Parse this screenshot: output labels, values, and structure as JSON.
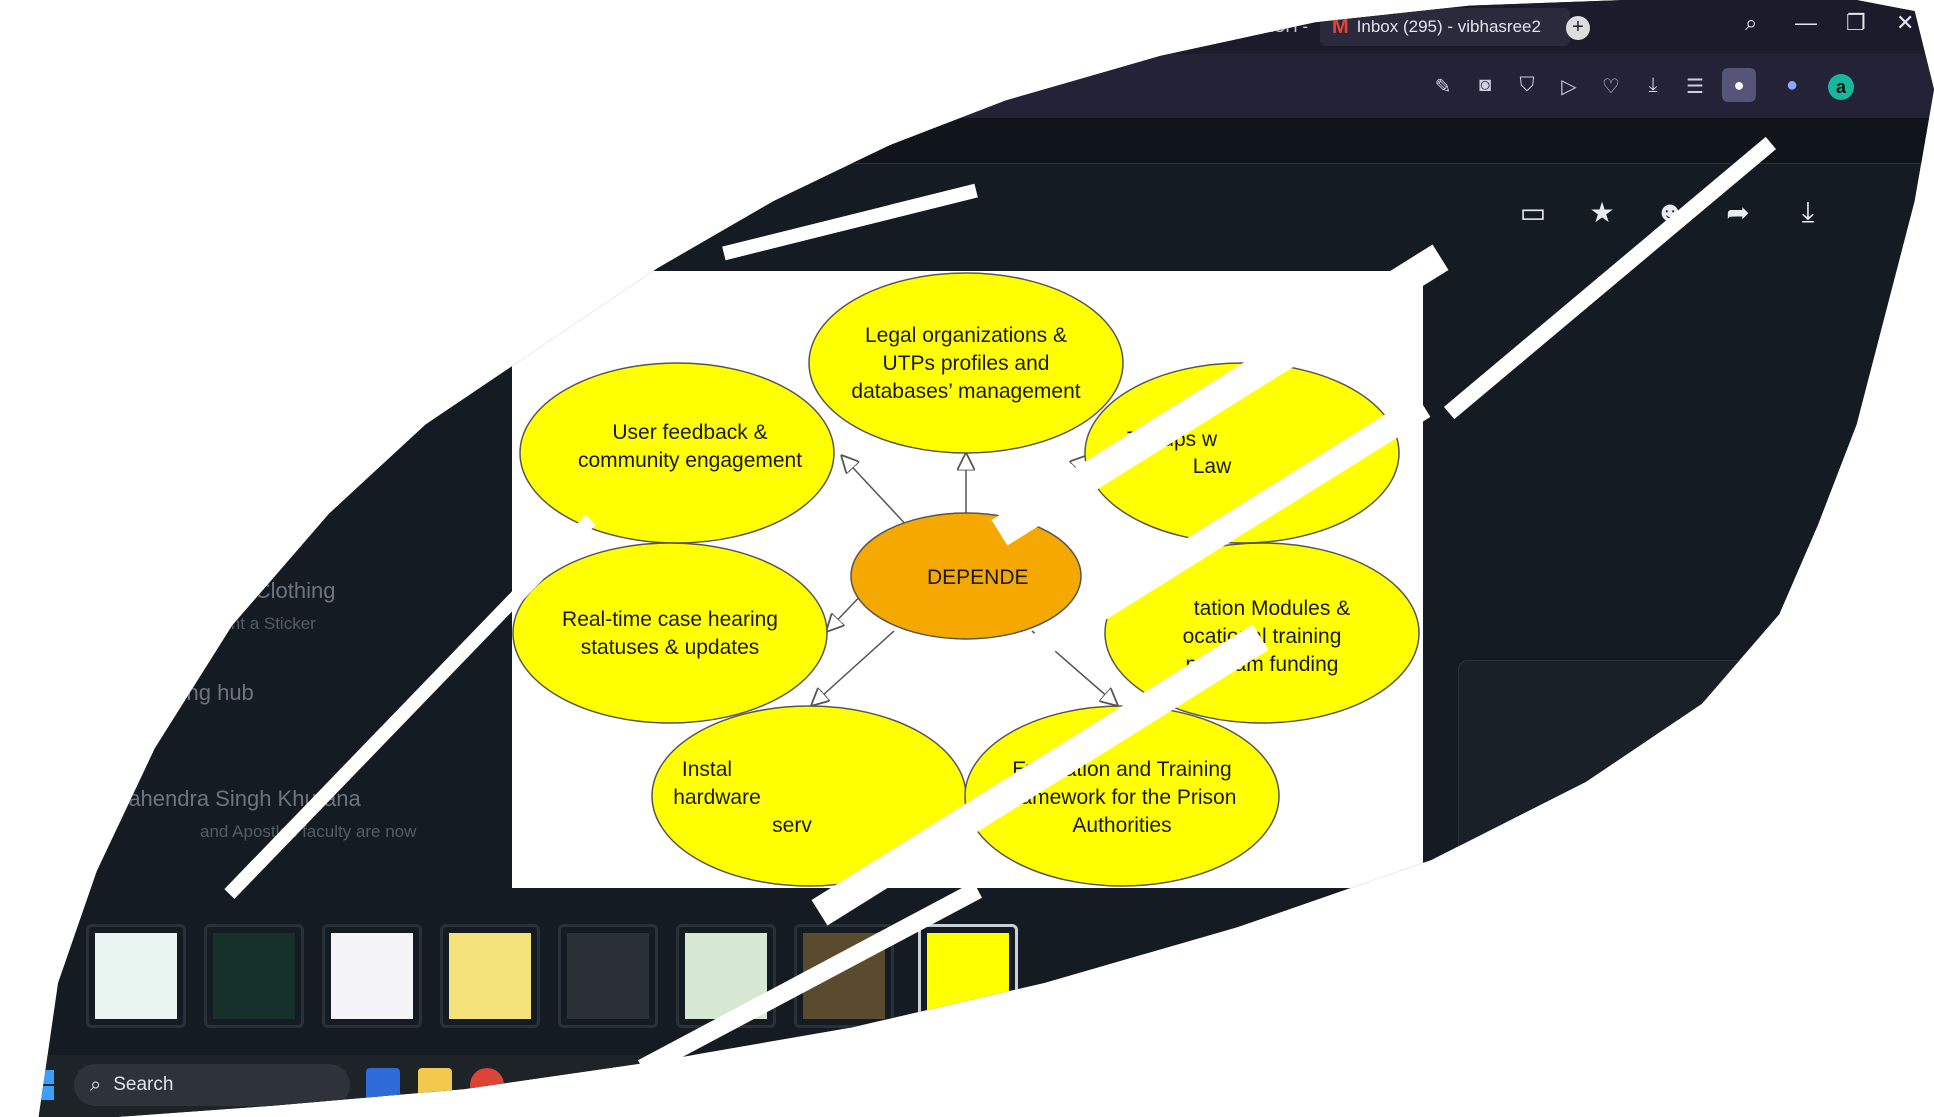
{
  "browser": {
    "tabs": [
      {
        "label": "AND APPROACH -"
      },
      {
        "label": "Inbox (295) - vibhasree2"
      }
    ],
    "new_tab_label": "+",
    "window_controls": {
      "minimize": "—",
      "restore": "❐",
      "close": "✕"
    }
  },
  "chat_list": {
    "items": [
      {
        "name": "Smart Clothing",
        "sub": "Sent a Sticker"
      },
      {
        "name": "Shopping hub",
        "sub": ""
      },
      {
        "name": "Mahendra Singh Khurana",
        "sub": "and Apostles faculty are now"
      }
    ]
  },
  "slide": {
    "center_label": "DEPENDE",
    "nodes": [
      {
        "lines": [
          "Legal organizations &",
          "UTPs profiles and",
          "databases’ management"
        ]
      },
      {
        "lines": [
          "User feedback &",
          "community engagement"
        ]
      },
      {
        "lines": [
          "Tie-ups w",
          "Law"
        ]
      },
      {
        "lines": [
          "Real-time case hearing",
          "statuses & updates"
        ]
      },
      {
        "lines": [
          "tation Modules &",
          "ocational training",
          "program funding"
        ]
      },
      {
        "lines": [
          "Instal",
          "hardware",
          "serv"
        ]
      },
      {
        "lines": [
          "Evaluation and Training",
          "framework for the Prison",
          "Authorities"
        ]
      }
    ],
    "colors": {
      "node_fill": "#ffff00",
      "center_fill": "#f5a800",
      "edge": "#555555"
    }
  },
  "taskbar": {
    "search_label": "Search"
  },
  "icons": {
    "browser_toolbar": [
      "edit-icon",
      "camera-icon",
      "shield-icon",
      "send-icon",
      "heart-icon",
      "download-icon",
      "menu-icon",
      "profile-icon",
      "mic-icon",
      "assistant-icon"
    ],
    "viewer": [
      "comment-icon",
      "star-icon",
      "emoji-icon",
      "forward-icon",
      "download-icon"
    ]
  }
}
